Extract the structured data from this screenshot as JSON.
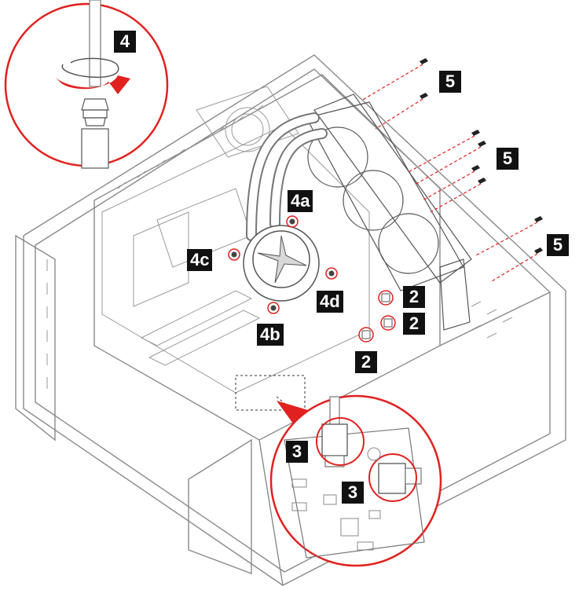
{
  "callouts": [
    {
      "id": "step-4",
      "label": "4"
    },
    {
      "id": "step-5a",
      "label": "5"
    },
    {
      "id": "step-5b",
      "label": "5"
    },
    {
      "id": "step-5c",
      "label": "5"
    },
    {
      "id": "step-4a",
      "label": "4a"
    },
    {
      "id": "step-4b",
      "label": "4b"
    },
    {
      "id": "step-4c",
      "label": "4c"
    },
    {
      "id": "step-4d",
      "label": "4d"
    },
    {
      "id": "step-2a",
      "label": "2"
    },
    {
      "id": "step-2b",
      "label": "2"
    },
    {
      "id": "step-2c",
      "label": "2"
    },
    {
      "id": "step-3a",
      "label": "3"
    },
    {
      "id": "step-3b",
      "label": "3"
    }
  ],
  "colors": {
    "accent": "#e1211f",
    "outline": "#7a7a7a",
    "label_bg": "#111111"
  }
}
